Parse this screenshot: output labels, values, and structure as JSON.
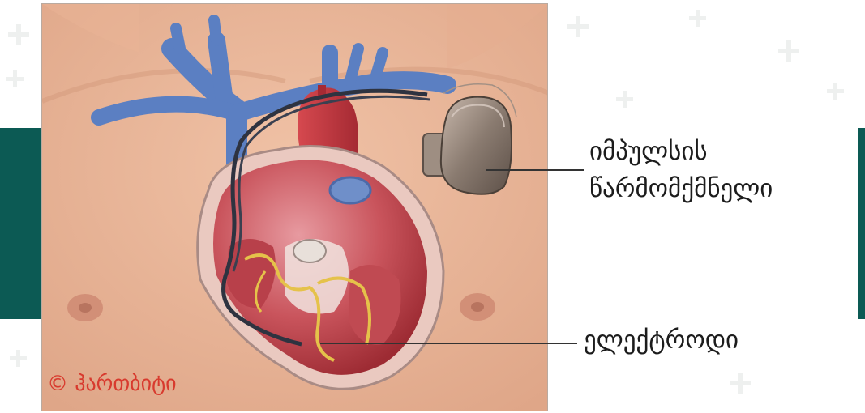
{
  "figure": {
    "labels": {
      "pulse_generator_line1": "იმპულსის",
      "pulse_generator_line2": "წარმომქმნელი",
      "electrode": "ელექტროდი"
    },
    "copyright": "© ჰართბიტი",
    "colors": {
      "teal_band": "#0c5a54",
      "skin": "#e7b496",
      "vein_blue": "#5b7fc2",
      "heart_red": "#b5323a",
      "copyright_red": "#d83a2e"
    }
  }
}
